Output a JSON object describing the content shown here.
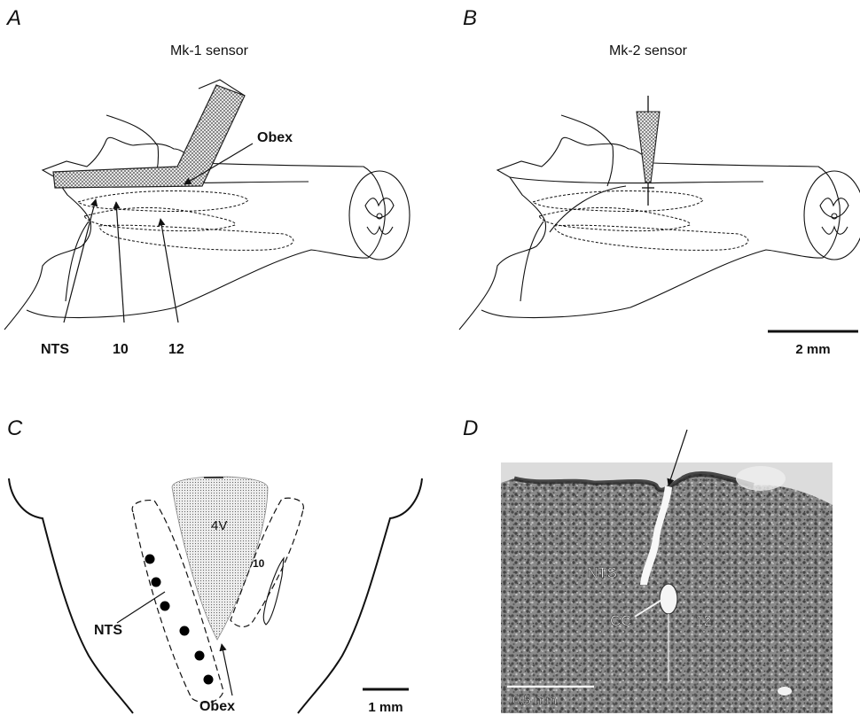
{
  "panels": {
    "a": {
      "letter": "A",
      "title": "Mk-1 sensor",
      "labels": {
        "obex": "Obex",
        "nts": "NTS",
        "ten": "10",
        "twelve": "12"
      }
    },
    "b": {
      "letter": "B",
      "title": "Mk-2 sensor",
      "scale": "2 mm"
    },
    "c": {
      "letter": "C",
      "labels": {
        "fourth_v": "4V",
        "ten": "10",
        "nts": "NTS",
        "obex": "Obex"
      },
      "scale": "1 mm"
    },
    "d": {
      "letter": "D",
      "labels": {
        "nts": "NTS",
        "cc": "CC",
        "twelve": "12"
      },
      "scale": "0.5 mm"
    }
  }
}
